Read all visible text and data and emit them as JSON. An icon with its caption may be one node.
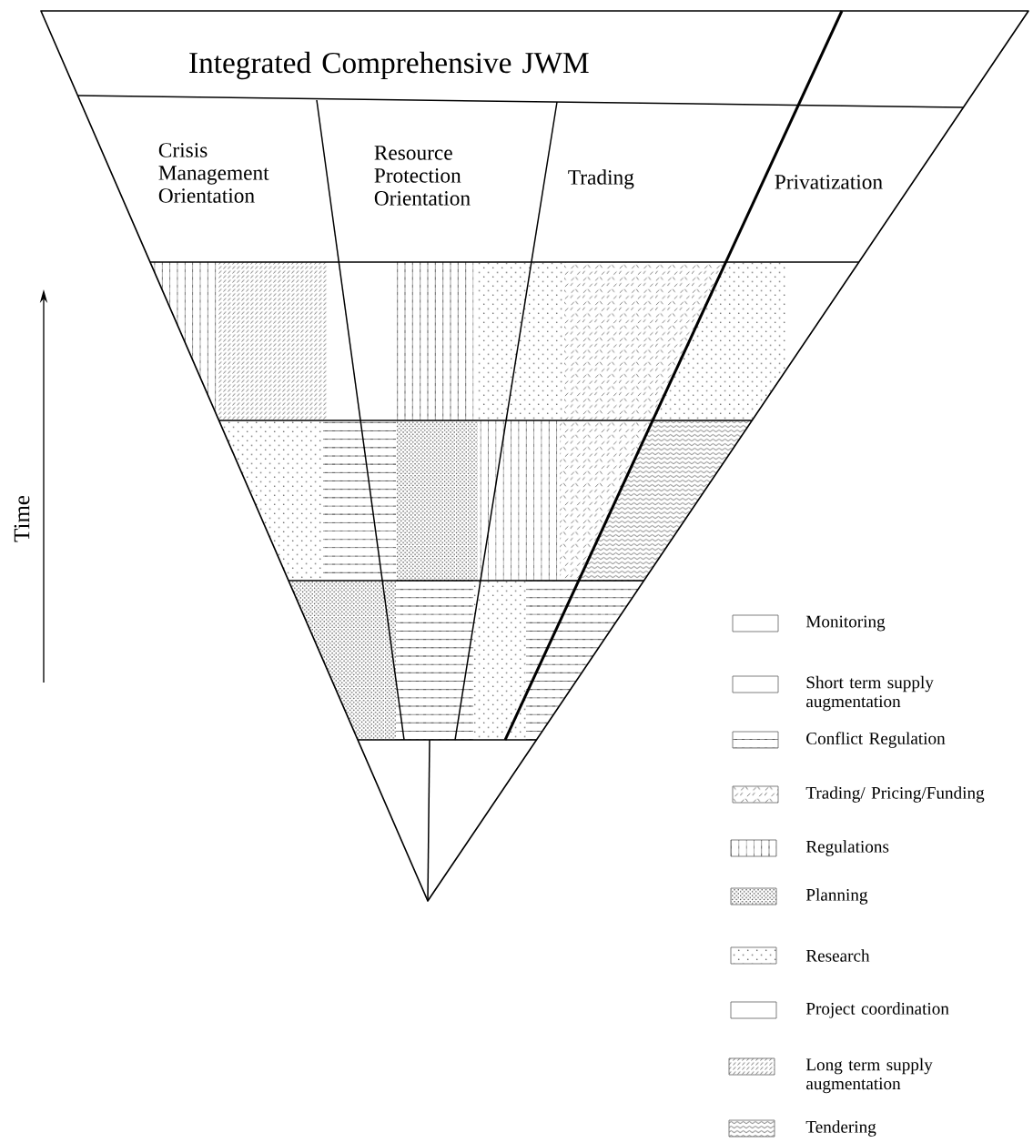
{
  "diagram": {
    "nodes": [
      {
        "text": [
          "Integrated Comprehensive JWM"
        ]
      },
      {
        "text": [
          "Crisis Management Orientation"
        ]
      },
      {
        "text": [
          "Resource Protection Orientation"
        ]
      },
      {
        "text": [
          "Trading"
        ]
      },
      {
        "text": [
          "Privatization"
        ]
      }
    ],
    "labels": [
      "Time"
    ],
    "legend": [
      {
        "text": "Monitoring"
      },
      {
        "text": "Short term supply augmentation"
      },
      {
        "text": "Conflict Regulation"
      },
      {
        "text": "Trading/ Pricing/Funding"
      },
      {
        "text": "Regulations"
      },
      {
        "text": "Planning"
      },
      {
        "text": "Research"
      },
      {
        "text": "Project coordination"
      },
      {
        "text": "Long term supply augmentation"
      },
      {
        "text": "Tendering"
      }
    ]
  }
}
